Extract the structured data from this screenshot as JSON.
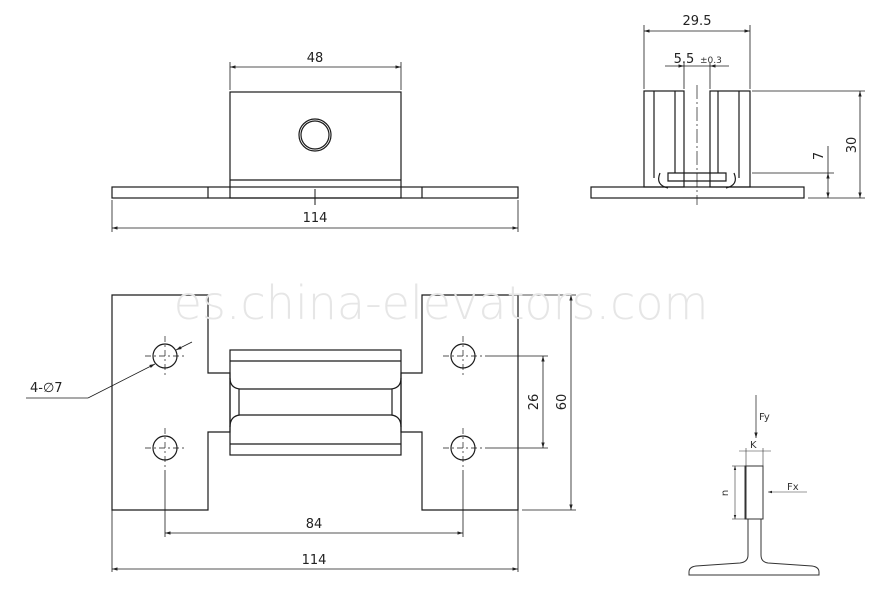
{
  "watermark": "es.china-elevators.com",
  "front_view": {
    "top_width_label": "48",
    "base_width_label": "114"
  },
  "side_view": {
    "width_label": "29.5",
    "gap_label": "5.5",
    "gap_tolerance": "±0.3",
    "height_label": "30",
    "base_height_label": "7"
  },
  "plan_view": {
    "hole_callout": "4-∅7",
    "hole_vertical_spacing": "26",
    "overall_height": "60",
    "hole_horizontal_spacing": "84",
    "overall_width": "114"
  },
  "rail_diagram": {
    "force_vertical": "Fy",
    "force_horizontal": "Fx",
    "width_label": "K",
    "height_label": "n"
  },
  "colors": {
    "line": "#1a1a1a",
    "dim_line": "#333333",
    "watermark": "#e6e6e6"
  }
}
